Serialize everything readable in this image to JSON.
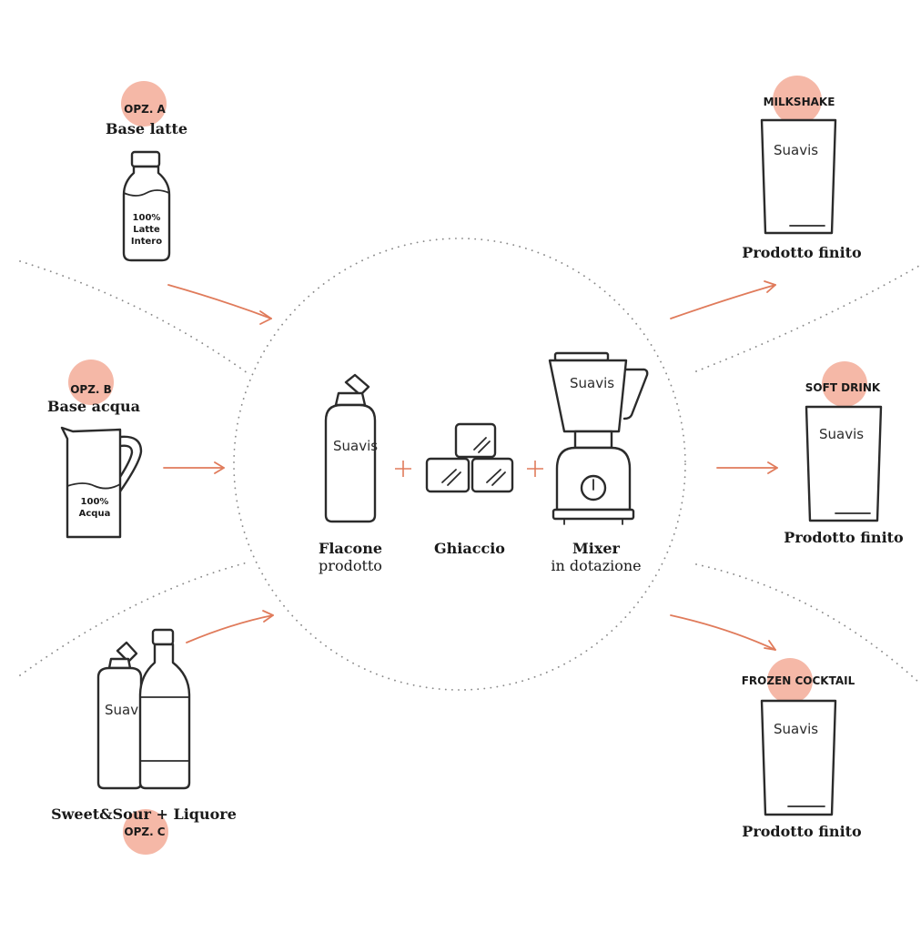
{
  "inputs": {
    "a": {
      "tag": "OPZ. A",
      "label": "Base latte",
      "bottle_text": [
        "100%",
        "Latte",
        "Intero"
      ]
    },
    "b": {
      "tag": "OPZ. B",
      "label": "Base acqua",
      "jug_text": [
        "100%",
        "Acqua"
      ]
    },
    "c": {
      "tag": "OPZ. C",
      "label": "Sweet&Sour + Liquore",
      "logo": "Suavis"
    }
  },
  "center": {
    "flacone": {
      "title": "Flacone",
      "subtitle": "prodotto",
      "logo": "Suavis"
    },
    "ghiaccio": {
      "title": "Ghiaccio"
    },
    "mixer": {
      "title": "Mixer",
      "subtitle": "in dotazione",
      "logo": "Suavis"
    },
    "plus": "+"
  },
  "outputs": [
    {
      "tag": "MILKSHAKE",
      "label": "Prodotto finito",
      "logo": "Suavis"
    },
    {
      "tag": "SOFT DRINK",
      "label": "Prodotto finito",
      "logo": "Suavis"
    },
    {
      "tag": "FROZEN COCKTAIL",
      "label": "Prodotto finito",
      "logo": "Suavis"
    }
  ],
  "colors": {
    "accent": "#e07b5b",
    "blob": "#f5b8a7",
    "ink": "#2b2b2b",
    "dots": "#8a8a8a"
  }
}
